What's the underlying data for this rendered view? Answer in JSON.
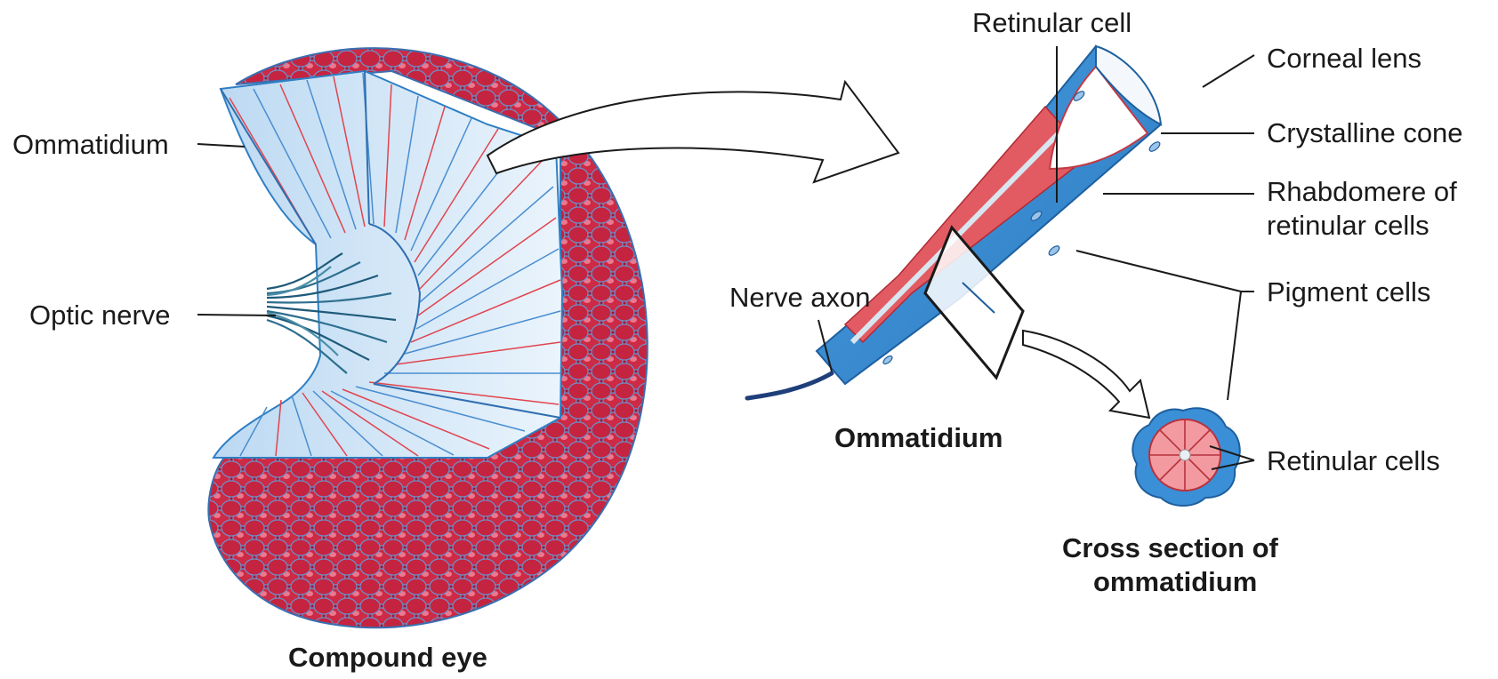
{
  "labels": {
    "ommatidium_left": "Ommatidium",
    "optic_nerve": "Optic nerve",
    "compound_eye": "Compound eye",
    "retinular_cell": "Retinular cell",
    "corneal_lens": "Corneal lens",
    "crystalline_cone": "Crystalline cone",
    "rhabdomere_line1": "Rhabdomere of",
    "rhabdomere_line2": "retinular cells",
    "pigment_cells": "Pigment cells",
    "nerve_axon": "Nerve axon",
    "ommatidium_right": "Ommatidium",
    "retinular_cells": "Retinular cells",
    "cross_section_line1": "Cross section of",
    "cross_section_line2": "ommatidium"
  },
  "colors": {
    "facet_red": "#c8203f",
    "facet_highlight": "#ff8aa0",
    "outline_blue": "#2f7fc4",
    "pale_blue": "#dcebf8",
    "pigment_blue": "#3b8fd6",
    "rhabdomere_red": "#e0555a",
    "cross_pink": "#f2a2a6",
    "axon_navy": "#1f3f7a",
    "ink": "#1a1a1a"
  }
}
